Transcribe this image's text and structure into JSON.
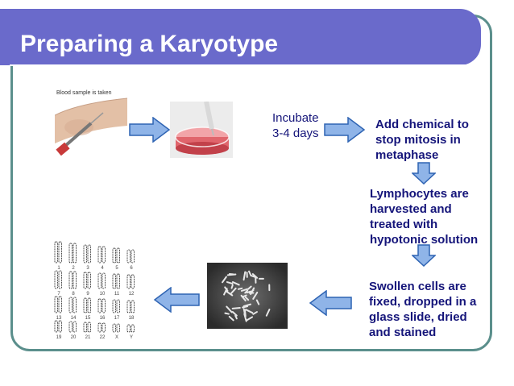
{
  "slide": {
    "title": "Preparing a Karyotype",
    "blood_caption": "Blood sample is taken",
    "step_incubate_1": "Incubate",
    "step_incubate_2": "3-4 days",
    "step_add_chemical": [
      "Add chemical to",
      "stop mitosis in",
      "metaphase"
    ],
    "step_lymphocytes": [
      "Lymphocytes are",
      "harvested and",
      "treated with",
      "hypotonic solution"
    ],
    "step_swollen": [
      "Swollen cells are",
      "fixed, dropped in a",
      "glass slide, dried",
      "and stained"
    ],
    "karyotype_numbers_row1": [
      "1",
      "2",
      "3",
      "4",
      "5",
      "6"
    ],
    "karyotype_numbers_row2": [
      "7",
      "8",
      "9",
      "10",
      "11",
      "12"
    ],
    "karyotype_numbers_row3": [
      "13",
      "14",
      "15",
      "16",
      "17",
      "18"
    ],
    "karyotype_numbers_row4": [
      "19",
      "20",
      "21",
      "22",
      "X",
      "Y"
    ]
  },
  "colors": {
    "title_bar": "#6a6acb",
    "frame_border": "#5b8f8c",
    "text": "#15157a",
    "arrow_fill": "#8fb4e8",
    "arrow_stroke": "#2f64b3"
  }
}
